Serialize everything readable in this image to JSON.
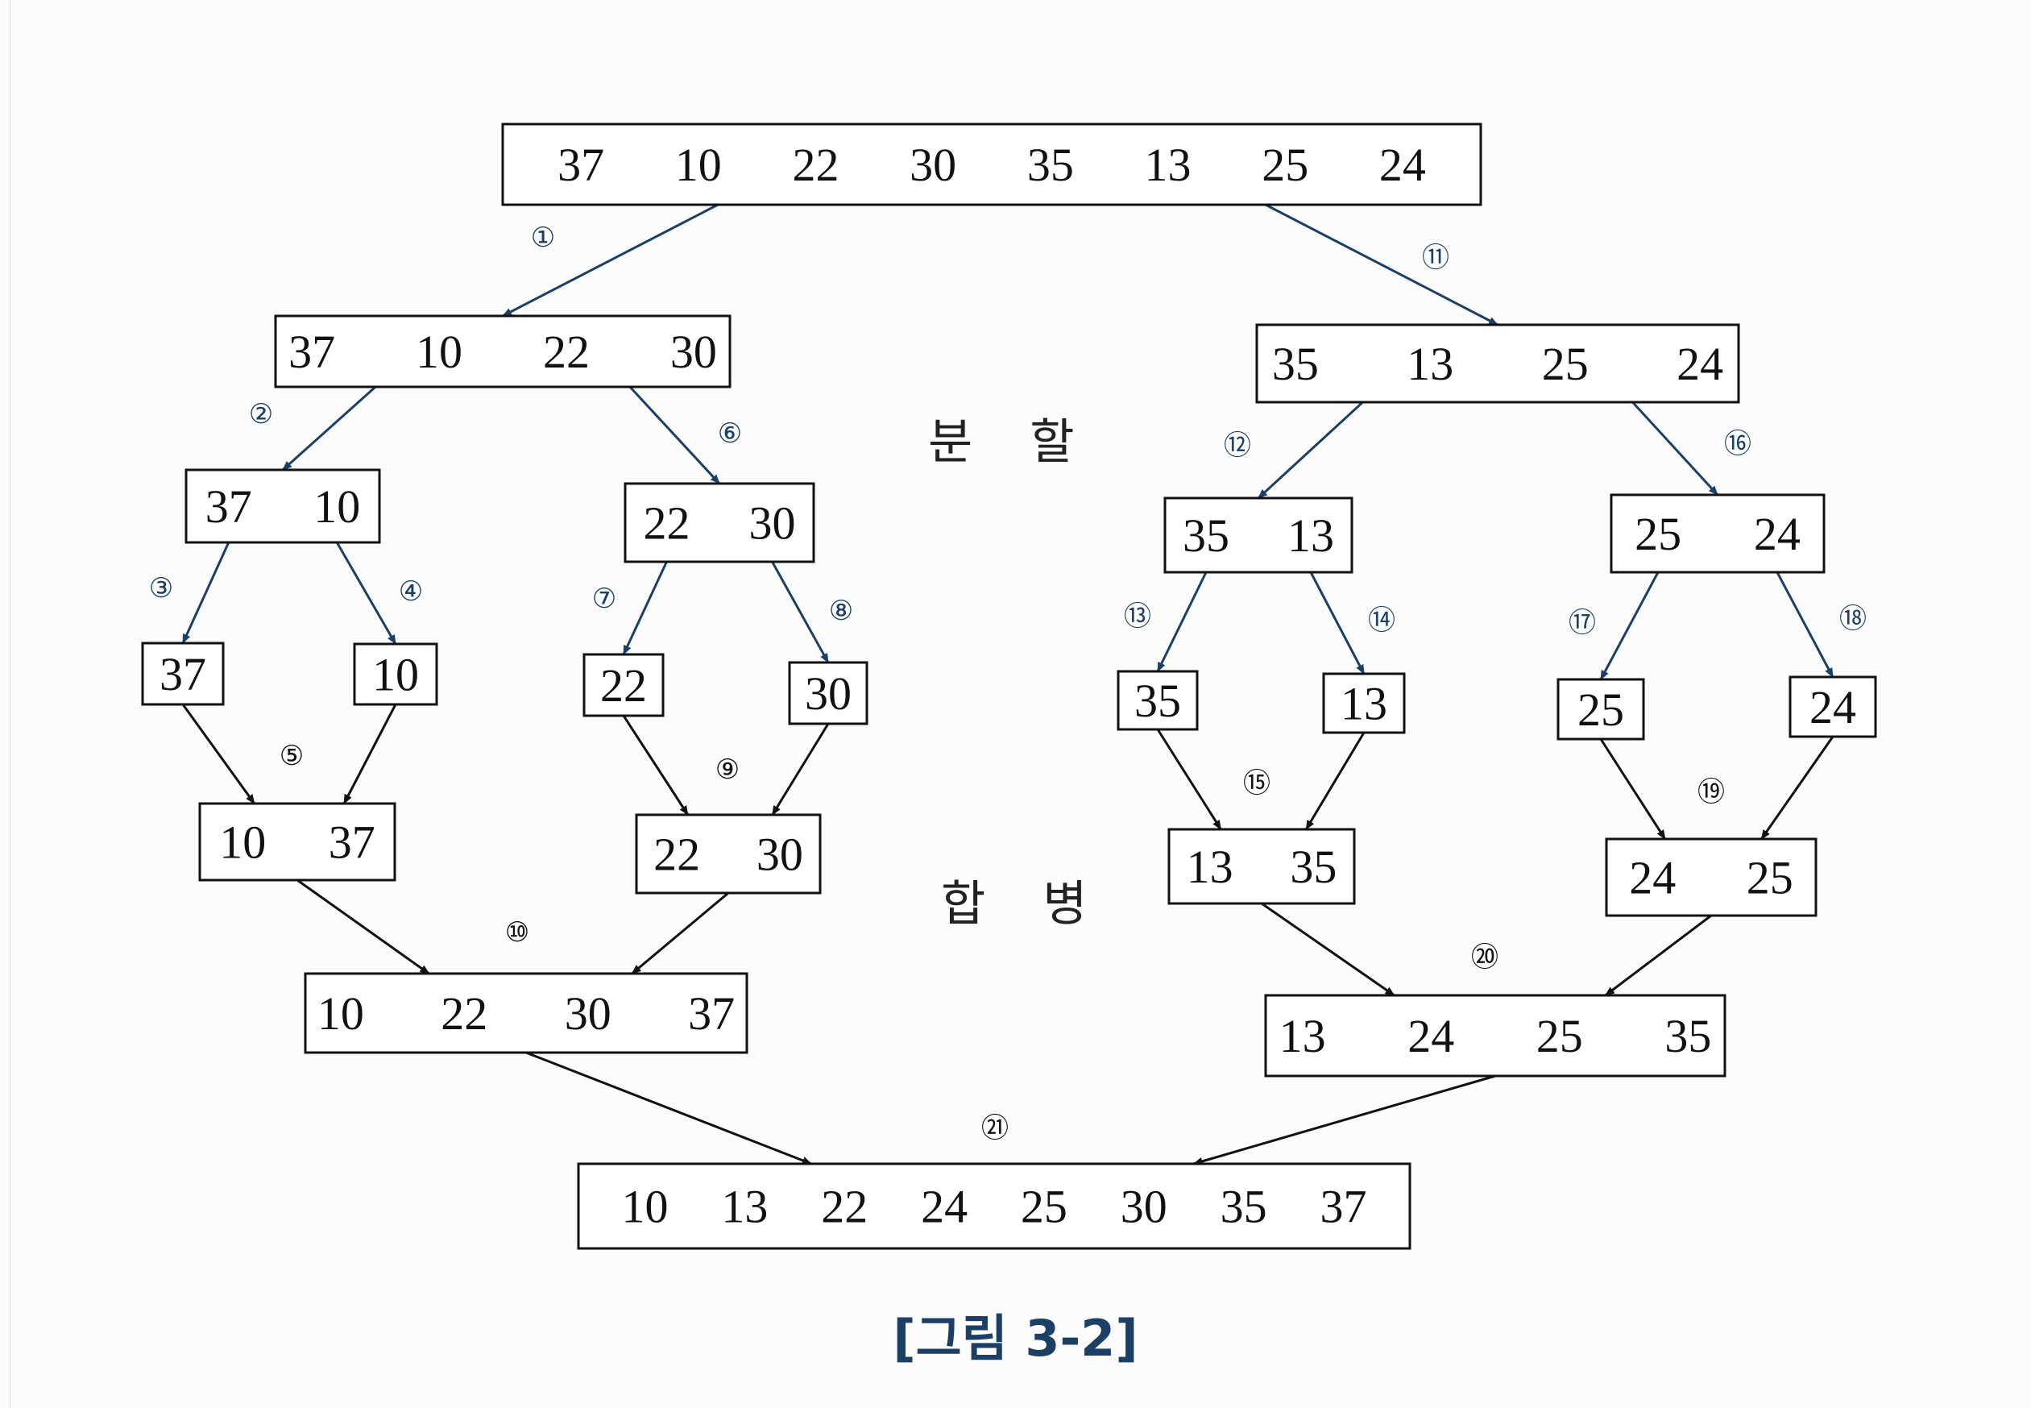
{
  "split_label": "분 할",
  "merge_label": "합 병",
  "caption": "[그림 3-2]",
  "colors": {
    "split_arrow": "#1c3f66",
    "merge_arrow": "#111111",
    "caption": "#1c3f66",
    "box_stroke": "#111111"
  },
  "boxes": [
    {
      "id": "root",
      "values": [
        "37",
        "10",
        "22",
        "30",
        "35",
        "13",
        "25",
        "24"
      ]
    },
    {
      "id": "L",
      "values": [
        "37",
        "10",
        "22",
        "30"
      ]
    },
    {
      "id": "R",
      "values": [
        "35",
        "13",
        "25",
        "24"
      ]
    },
    {
      "id": "LL",
      "values": [
        "37",
        "10"
      ]
    },
    {
      "id": "LR",
      "values": [
        "22",
        "30"
      ]
    },
    {
      "id": "RL",
      "values": [
        "35",
        "13"
      ]
    },
    {
      "id": "RR",
      "values": [
        "25",
        "24"
      ]
    },
    {
      "id": "a",
      "values": [
        "37"
      ]
    },
    {
      "id": "b",
      "values": [
        "10"
      ]
    },
    {
      "id": "c",
      "values": [
        "22"
      ]
    },
    {
      "id": "d",
      "values": [
        "30"
      ]
    },
    {
      "id": "e",
      "values": [
        "35"
      ]
    },
    {
      "id": "f",
      "values": [
        "13"
      ]
    },
    {
      "id": "g",
      "values": [
        "25"
      ]
    },
    {
      "id": "h",
      "values": [
        "24"
      ]
    },
    {
      "id": "m1",
      "values": [
        "10",
        "37"
      ]
    },
    {
      "id": "m2",
      "values": [
        "22",
        "30"
      ]
    },
    {
      "id": "m3",
      "values": [
        "13",
        "35"
      ]
    },
    {
      "id": "m4",
      "values": [
        "24",
        "25"
      ]
    },
    {
      "id": "mL",
      "values": [
        "10",
        "22",
        "30",
        "37"
      ]
    },
    {
      "id": "mR",
      "values": [
        "13",
        "24",
        "25",
        "35"
      ]
    },
    {
      "id": "final",
      "values": [
        "10",
        "13",
        "22",
        "24",
        "25",
        "30",
        "35",
        "37"
      ]
    }
  ],
  "steps": [
    {
      "label": "①",
      "kind": "split",
      "from": "root",
      "to": "L"
    },
    {
      "label": "②",
      "kind": "split",
      "from": "L",
      "to": "LL"
    },
    {
      "label": "③",
      "kind": "split",
      "from": "LL",
      "to": "a"
    },
    {
      "label": "④",
      "kind": "split",
      "from": "LL",
      "to": "b"
    },
    {
      "label": "⑤",
      "kind": "merge",
      "from": [
        "a",
        "b"
      ],
      "to": "m1"
    },
    {
      "label": "⑥",
      "kind": "split",
      "from": "L",
      "to": "LR"
    },
    {
      "label": "⑦",
      "kind": "split",
      "from": "LR",
      "to": "c"
    },
    {
      "label": "⑧",
      "kind": "split",
      "from": "LR",
      "to": "d"
    },
    {
      "label": "⑨",
      "kind": "merge",
      "from": [
        "c",
        "d"
      ],
      "to": "m2"
    },
    {
      "label": "⑩",
      "kind": "merge",
      "from": [
        "m1",
        "m2"
      ],
      "to": "mL"
    },
    {
      "label": "⑪",
      "kind": "split",
      "from": "root",
      "to": "R"
    },
    {
      "label": "⑫",
      "kind": "split",
      "from": "R",
      "to": "RL"
    },
    {
      "label": "⑬",
      "kind": "split",
      "from": "RL",
      "to": "e"
    },
    {
      "label": "⑭",
      "kind": "split",
      "from": "RL",
      "to": "f"
    },
    {
      "label": "⑮",
      "kind": "merge",
      "from": [
        "e",
        "f"
      ],
      "to": "m3"
    },
    {
      "label": "⑯",
      "kind": "split",
      "from": "R",
      "to": "RR"
    },
    {
      "label": "⑰",
      "kind": "split",
      "from": "RR",
      "to": "g"
    },
    {
      "label": "⑱",
      "kind": "split",
      "from": "RR",
      "to": "h"
    },
    {
      "label": "⑲",
      "kind": "merge",
      "from": [
        "g",
        "h"
      ],
      "to": "m4"
    },
    {
      "label": "⑳",
      "kind": "merge",
      "from": [
        "m3",
        "m4"
      ],
      "to": "mR"
    },
    {
      "label": "㉑",
      "kind": "merge",
      "from": [
        "mL",
        "mR"
      ],
      "to": "final"
    }
  ]
}
